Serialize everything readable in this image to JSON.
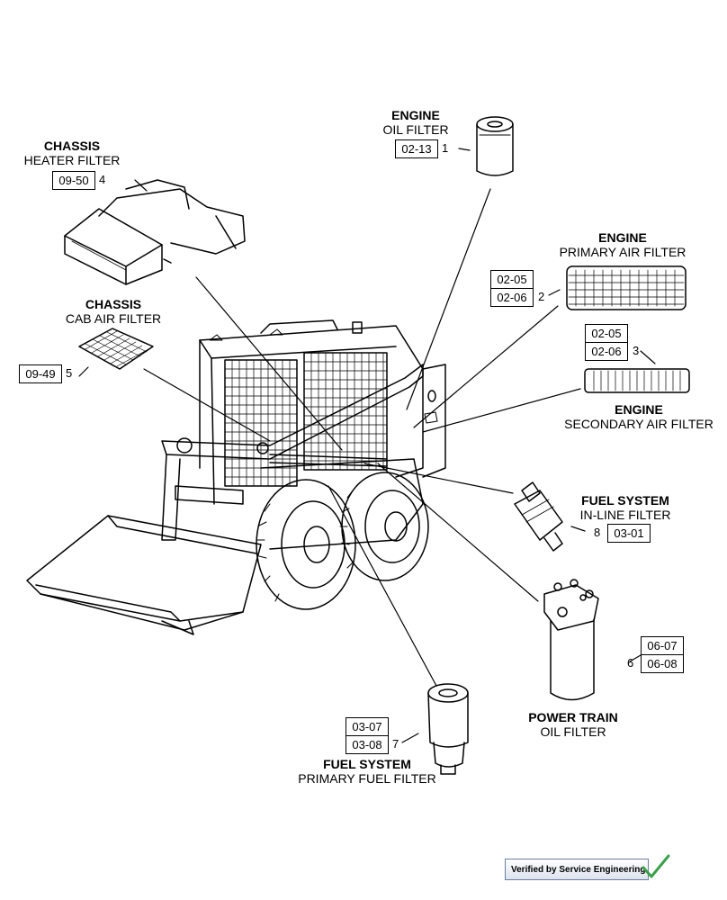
{
  "groups": {
    "engine_oil": {
      "title": "ENGINE",
      "sub": "OIL FILTER",
      "refs": [
        "02-13"
      ],
      "index": "1"
    },
    "engine_primary_air": {
      "title": "ENGINE",
      "sub": "PRIMARY AIR FILTER",
      "refs": [
        "02-05",
        "02-06"
      ],
      "index": "2"
    },
    "engine_secondary_air": {
      "title": "ENGINE",
      "sub": "SECONDARY AIR FILTER",
      "refs": [
        "02-05",
        "02-06"
      ],
      "index": "3"
    },
    "chassis_heater": {
      "title": "CHASSIS",
      "sub": "HEATER FILTER",
      "refs": [
        "09-50"
      ],
      "index": "4"
    },
    "chassis_cab_air": {
      "title": "CHASSIS",
      "sub": "CAB AIR FILTER",
      "refs": [
        "09-49"
      ],
      "index": "5"
    },
    "power_train_oil": {
      "title": "POWER TRAIN",
      "sub": "OIL FILTER",
      "refs": [
        "06-07",
        "06-08"
      ],
      "index": "6"
    },
    "fuel_primary": {
      "title": "FUEL SYSTEM",
      "sub": "PRIMARY FUEL FILTER",
      "refs": [
        "03-07",
        "03-08"
      ],
      "index": "7"
    },
    "fuel_inline": {
      "title": "FUEL SYSTEM",
      "sub": "IN-LINE FILTER",
      "refs": [
        "03-01"
      ],
      "index": "8"
    }
  },
  "badge": {
    "text": "Verified by Service Engineering",
    "check_color": "#3aa14a",
    "icon": "checkmark-icon"
  }
}
